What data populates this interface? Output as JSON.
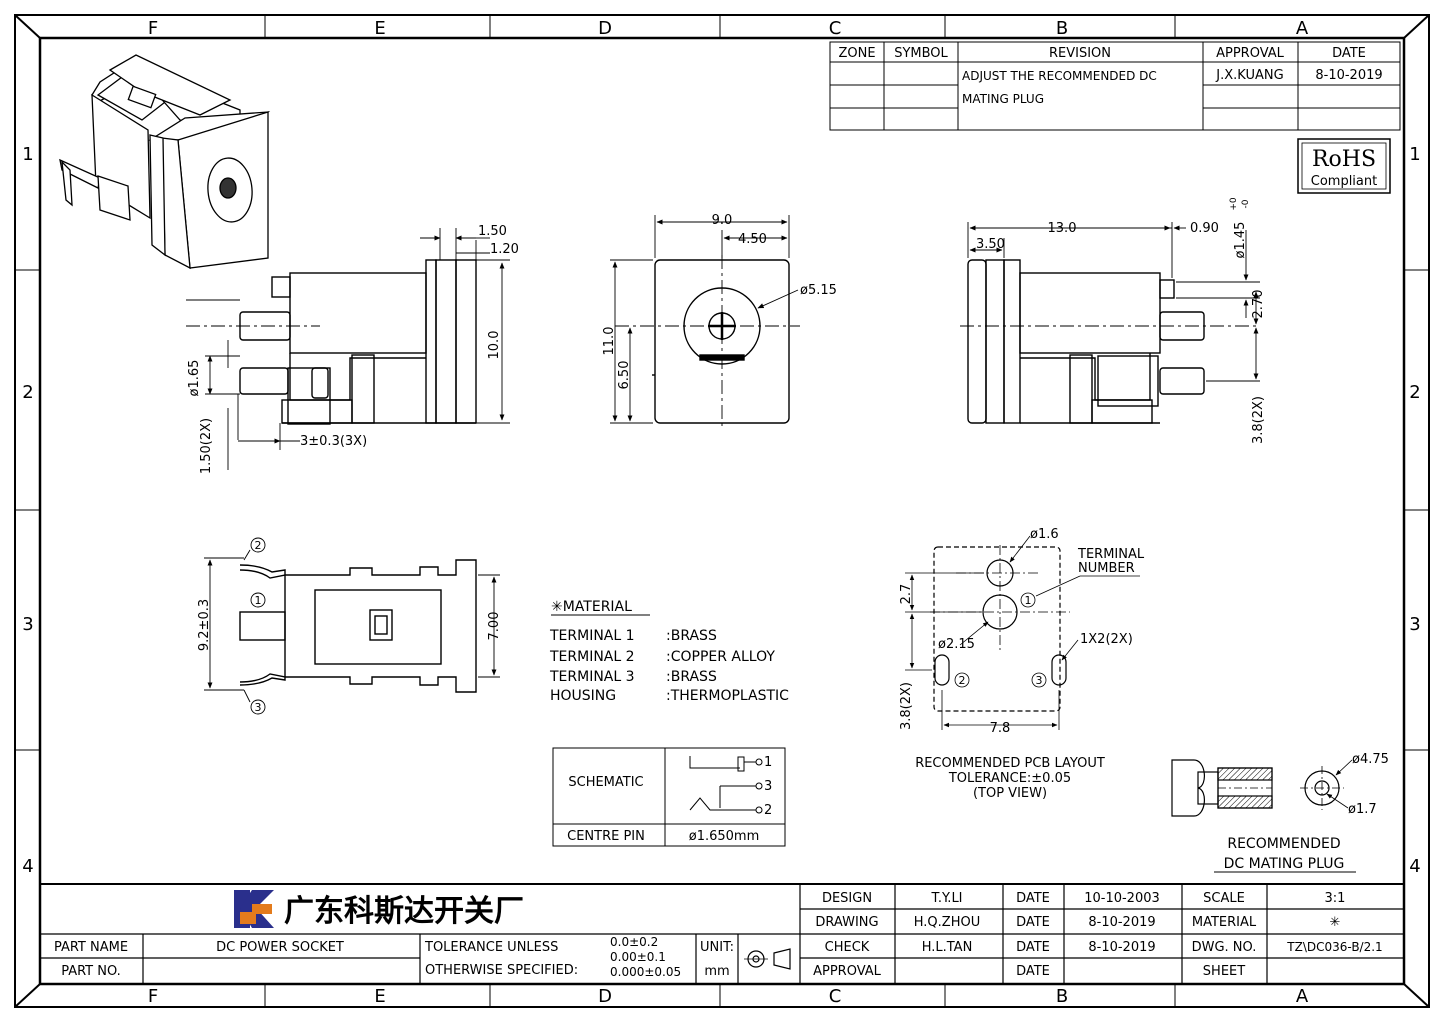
{
  "border": {
    "columns": [
      "F",
      "E",
      "D",
      "C",
      "B",
      "A"
    ],
    "rows": [
      "1",
      "2",
      "3",
      "4"
    ]
  },
  "revision": {
    "headers": {
      "zone": "ZONE",
      "symbol": "SYMBOL",
      "revision": "REVISION",
      "approval": "APPROVAL",
      "date": "DATE"
    },
    "text_line1": "ADJUST THE RECOMMENDED DC",
    "text_line2": "MATING PLUG",
    "approval": "J.X.KUANG",
    "date": "8-10-2019"
  },
  "rohs": {
    "title": "RoHS",
    "subtitle": "Compliant"
  },
  "dims": {
    "side_1_50": "1.50",
    "side_1_20": "1.20",
    "side_10_0": "10.0",
    "side_d1_65": "ø1.65",
    "side_1_50_2x": "1.50(2X)",
    "side_3_3x": "3±0.3(3X)",
    "front_9_0": "9.0",
    "front_4_50": "4.50",
    "front_d5_15": "ø5.15",
    "front_11_0": "11.0",
    "front_6_50": "6.50",
    "rside_13_0": "13.0",
    "rside_3_50": "3.50",
    "rside_0_90": "0.90",
    "rside_d1_45": "ø1.45",
    "rside_tol_plus": "+0",
    "rside_tol_minus": "-0",
    "rside_2_70": "2.70",
    "rside_3_8_2x": "3.8(2X)",
    "bottom_9_2": "9.2±0.3",
    "bottom_7_00": "7.00",
    "pcb_d1_6": "ø1.6",
    "pcb_2_7": "2.7",
    "pcb_d2_15": "ø2.15",
    "pcb_1x2": "1X2(2X)",
    "pcb_3_8_2x": "3.8(2X)",
    "pcb_7_8": "7.8",
    "plug_d4_75": "ø4.75",
    "plug_d1_7": "ø1.7"
  },
  "terminal_marks": {
    "t1": "1",
    "t2": "2",
    "t3": "3"
  },
  "terminal_number": {
    "line1": "TERMINAL",
    "line2": "NUMBER"
  },
  "material": {
    "title": "✳MATERIAL",
    "rows": [
      {
        "name": "TERMINAL 1",
        "value": ":BRASS"
      },
      {
        "name": "TERMINAL 2",
        "value": ":COPPER ALLOY"
      },
      {
        "name": "TERMINAL 3",
        "value": ":BRASS"
      },
      {
        "name": "HOUSING",
        "value": ":THERMOPLASTIC"
      }
    ]
  },
  "schematic": {
    "label": "SCHEMATIC",
    "pins": [
      "1",
      "3",
      "2"
    ],
    "centre_label": "CENTRE PIN",
    "centre_value": "ø1.650mm"
  },
  "pcb_caption": {
    "line1": "RECOMMENDED PCB LAYOUT",
    "line2": "TOLERANCE:±0.05",
    "line3": "(TOP VIEW)"
  },
  "plug_caption": {
    "line1": "RECOMMENDED",
    "line2": "DC MATING PLUG"
  },
  "title_block": {
    "company": "广东科斯达开关厂",
    "part_name_label": "PART NAME",
    "part_name": "DC POWER SOCKET",
    "part_no_label": "PART NO.",
    "part_no": "",
    "tol_line1": "TOLERANCE UNLESS",
    "tol_line2": "OTHERWISE SPECIFIED:",
    "tol_v1": "0.0±0.2",
    "tol_v2": "0.00±0.1",
    "tol_v3": "0.000±0.05",
    "unit_label": "UNIT:",
    "unit_value": "mm",
    "design_label": "DESIGN",
    "design_name": "T.Y.LI",
    "drawing_label": "DRAWING",
    "drawing_name": "H.Q.ZHOU",
    "check_label": "CHECK",
    "check_name": "H.L.TAN",
    "approval_label": "APPROVAL",
    "approval_name": "",
    "date_label": "DATE",
    "design_date": "10-10-2003",
    "drawing_date": "8-10-2019",
    "check_date": "8-10-2019",
    "approval_date": "",
    "scale_label": "SCALE",
    "scale": "3:1",
    "material_label": "MATERIAL",
    "material": "✳",
    "dwg_label": "DWG. NO.",
    "dwg_no": "TZ\\DC036-B/2.1",
    "sheet_label": "SHEET",
    "sheet": ""
  }
}
